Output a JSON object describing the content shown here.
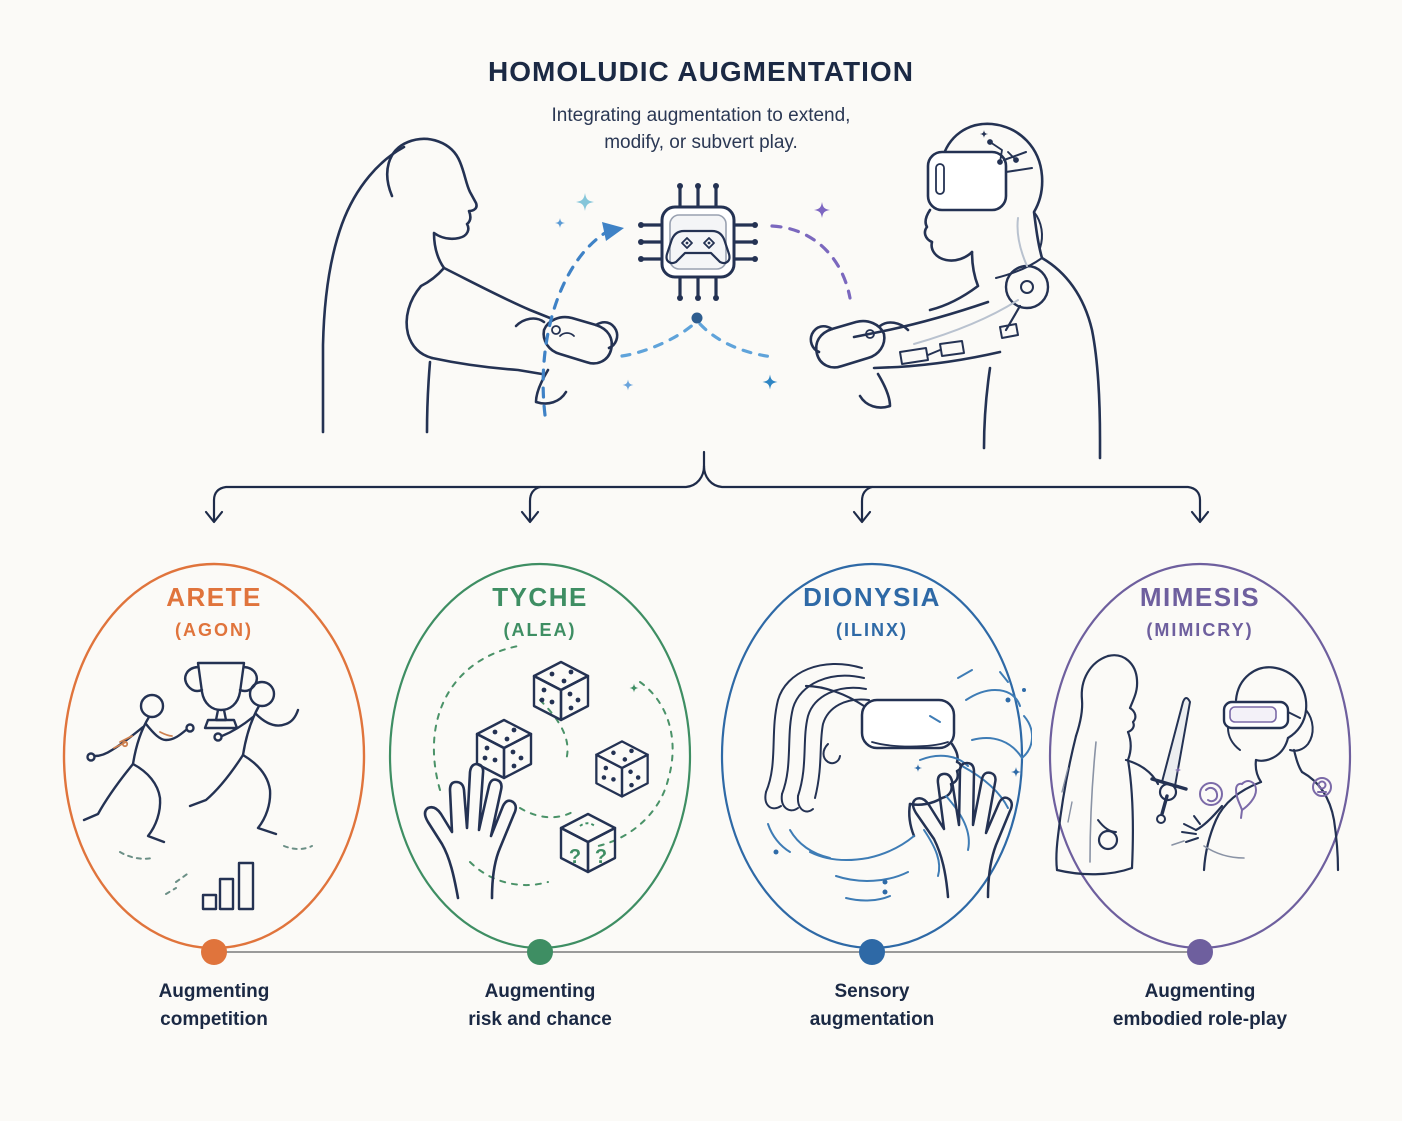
{
  "header": {
    "title": "HOMOLUDIC AUGMENTATION",
    "subtitle": "Integrating augmentation to extend,\nmodify, or subvert play."
  },
  "hero": {
    "left_figure_icon": "player-profile-gamepad-icon",
    "center_icon": "chip-gamepad-icon",
    "right_figure_icon": "augmented-player-vr-gamepad-icon",
    "left_arc_color": "#3F82C6",
    "right_arc_color": "#7B68BE",
    "bottom_arc_color": "#5FA3DA",
    "node_dot_color": "#2E5D8F"
  },
  "ink_color": "#243253",
  "connector_color": "#1E2B49",
  "line_gray": "#9A9A9A",
  "categories": [
    {
      "name": "ARETE",
      "subname": "(AGON)",
      "caption": "Augmenting\ncompetition",
      "color": "#E0743C",
      "icon": "augmented-runners-trophy-chart-icon"
    },
    {
      "name": "TYCHE",
      "subname": "(ALEA)",
      "caption": "Augmenting\nrisk and chance",
      "color": "#3E8E63",
      "icon": "hand-tossing-dice-icon",
      "question_symbol": "?"
    },
    {
      "name": "DIONYSIA",
      "subname": "(ILINX)",
      "caption": "Sensory\naugmentation",
      "color": "#2E69A6",
      "icon": "vr-woman-sensory-swirl-icon"
    },
    {
      "name": "MIMESIS",
      "subname": "(MIMICRY)",
      "caption": "Augmenting\nembodied role-play",
      "color": "#6E5F9E",
      "icon": "roleplay-sword-visor-icon"
    }
  ]
}
